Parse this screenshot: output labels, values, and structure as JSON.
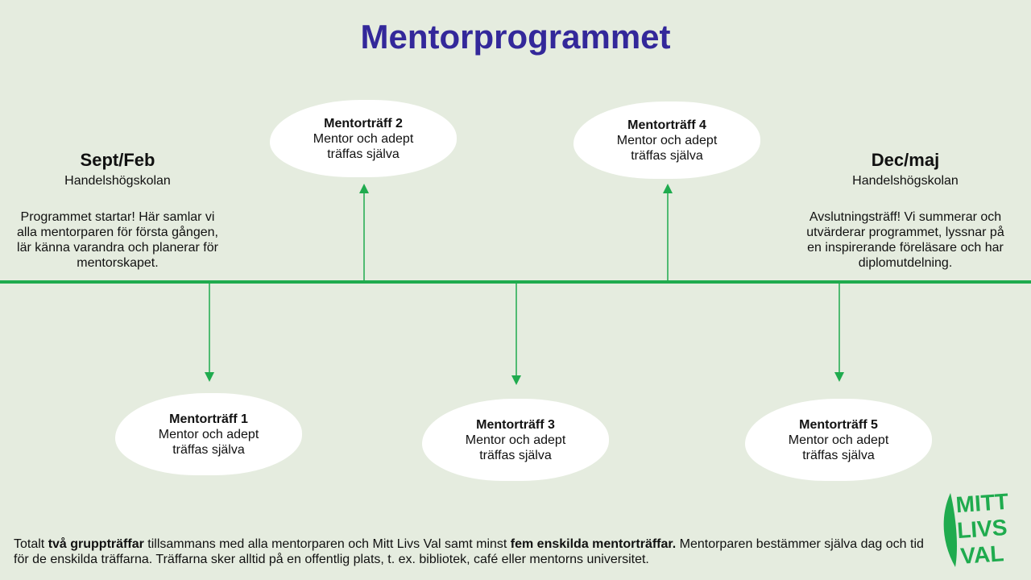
{
  "title": "Mentorprogrammet",
  "start": {
    "heading": "Sept/Feb",
    "place": "Handelshögskolan",
    "description": "Programmet startar! Här samlar vi alla mentorparen för första gången, lär känna varandra och planerar för mentorskapet."
  },
  "end": {
    "heading": "Dec/maj",
    "place": "Handelshögskolan",
    "description": "Avslutningsträff! Vi summerar och utvärderar programmet, lyssnar på en inspirerande föreläsare och har diplomutdelning."
  },
  "meetings": [
    {
      "title": "Mentorträff 1",
      "line1": "Mentor och adept",
      "line2": "träffas själva"
    },
    {
      "title": "Mentorträff 2",
      "line1": "Mentor och adept",
      "line2": "träffas själva"
    },
    {
      "title": "Mentorträff 3",
      "line1": "Mentor och adept",
      "line2": "träffas själva"
    },
    {
      "title": "Mentorträff 4",
      "line1": "Mentor och adept",
      "line2": "träffas själva"
    },
    {
      "title": "Mentorträff 5",
      "line1": "Mentor och adept",
      "line2": "träffas själva"
    }
  ],
  "footer": {
    "part1": "Totalt ",
    "bold1": "två gruppträffar",
    "part2": " tillsammans med alla mentorparen och Mitt Livs Val samt minst ",
    "bold2": "fem enskilda mentorträffar.",
    "part3": " Mentorparen bestämmer själva dag och tid för de enskilda träffarna. Träffarna sker alltid på en offentlig plats, t. ex. bibliotek, café eller mentorns universitet."
  },
  "logo": {
    "line1": "MITT",
    "line2": "LIVS",
    "line3": "VAL"
  },
  "colors": {
    "background": "#e5ecdf",
    "accent_green": "#1fab4e",
    "title_purple": "#33289a"
  }
}
